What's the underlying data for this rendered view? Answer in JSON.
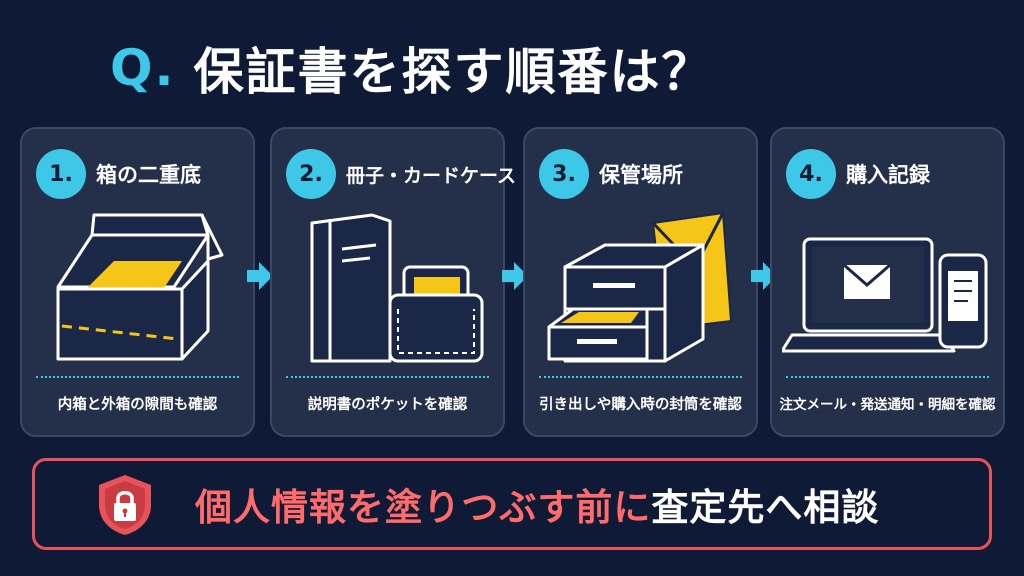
{
  "title": {
    "q": "Q.",
    "text": "保証書を探す順番は？"
  },
  "steps": [
    {
      "num": "1.",
      "title": "箱の二重底",
      "desc": "内箱と外箱の隙間も確認",
      "icon": "box-icon"
    },
    {
      "num": "2.",
      "title": "冊子・カードケース",
      "desc": "説明書のポケットを確認",
      "icon": "booklet-card-case-icon"
    },
    {
      "num": "3.",
      "title": "保管場所",
      "desc": "引き出しや購入時の封筒を確認",
      "icon": "drawer-envelope-icon"
    },
    {
      "num": "4.",
      "title": "購入記録",
      "desc": "注文メール・発送通知・明細を確認",
      "icon": "laptop-phone-icon"
    }
  ],
  "banner": {
    "highlight": "個人情報を塗りつぶす前に",
    "normal": "査定先へ相談",
    "icon": "shield-lock-icon"
  },
  "colors": {
    "background": "#0f1a36",
    "card": "#24304a",
    "accent": "#3ec8e8",
    "yellow": "#f5c518",
    "alert": "#e8535a"
  }
}
